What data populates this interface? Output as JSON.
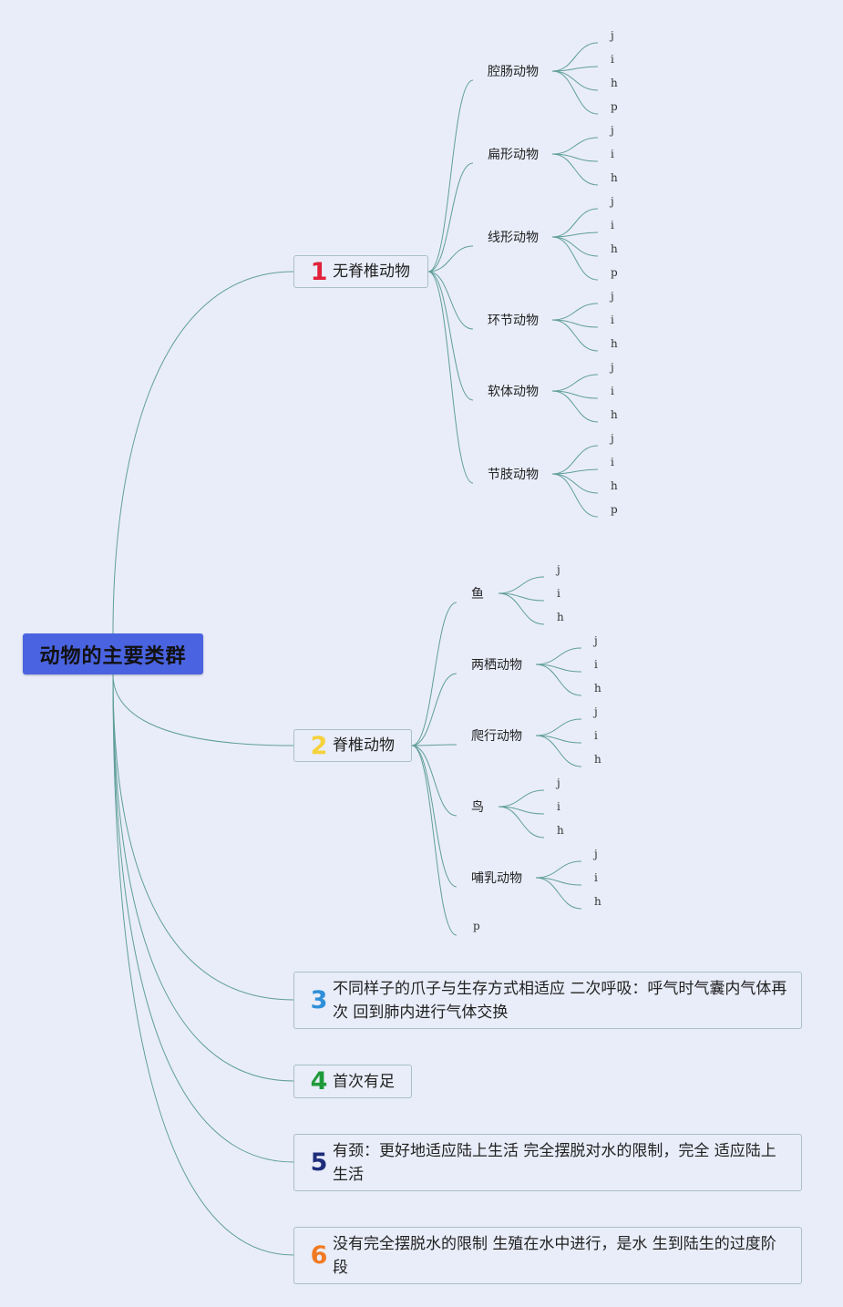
{
  "root": {
    "title": "动物的主要类群"
  },
  "branches": [
    {
      "num": "1",
      "num_color": "#e0223a",
      "text": "无脊椎动物",
      "children": [
        {
          "label": "腔肠动物",
          "leaves": [
            "j",
            "i",
            "h",
            "p"
          ]
        },
        {
          "label": "扁形动物",
          "leaves": [
            "j",
            "i",
            "h"
          ]
        },
        {
          "label": "线形动物",
          "leaves": [
            "j",
            "i",
            "h",
            "p"
          ]
        },
        {
          "label": "环节动物",
          "leaves": [
            "j",
            "i",
            "h"
          ]
        },
        {
          "label": "软体动物",
          "leaves": [
            "j",
            "i",
            "h"
          ]
        },
        {
          "label": "节肢动物",
          "leaves": [
            "j",
            "i",
            "h",
            "p"
          ]
        }
      ]
    },
    {
      "num": "2",
      "num_color": "#f5d23c",
      "text": "脊椎动物",
      "children": [
        {
          "label": "鱼",
          "leaves": [
            "j",
            "i",
            "h"
          ]
        },
        {
          "label": "两栖动物",
          "leaves": [
            "j",
            "i",
            "h"
          ]
        },
        {
          "label": "爬行动物",
          "leaves": [
            "j",
            "i",
            "h"
          ]
        },
        {
          "label": "鸟",
          "leaves": [
            "j",
            "i",
            "h"
          ]
        },
        {
          "label": "哺乳动物",
          "leaves": [
            "j",
            "i",
            "h"
          ]
        },
        {
          "label": "p",
          "leaves": []
        }
      ]
    },
    {
      "num": "3",
      "num_color": "#2f8fd8",
      "text": "不同样子的爪子与生存方式相适应 二次呼吸：呼气时气囊内气体再次 回到肺内进行气体交换"
    },
    {
      "num": "4",
      "num_color": "#1f9a3a",
      "text": "首次有足"
    },
    {
      "num": "5",
      "num_color": "#1e2d7a",
      "text": "有颈：更好地适应陆上生活 完全摆脱对水的限制，完全 适应陆上生活"
    },
    {
      "num": "6",
      "num_color": "#f07a22",
      "text": "没有完全摆脱水的限制 生殖在水中进行，是水 生到陆生的过度阶段"
    }
  ],
  "colors": {
    "line": "#5f9e9a",
    "root_bg": "#4a63e0",
    "box_border": "#a8c0c4"
  }
}
